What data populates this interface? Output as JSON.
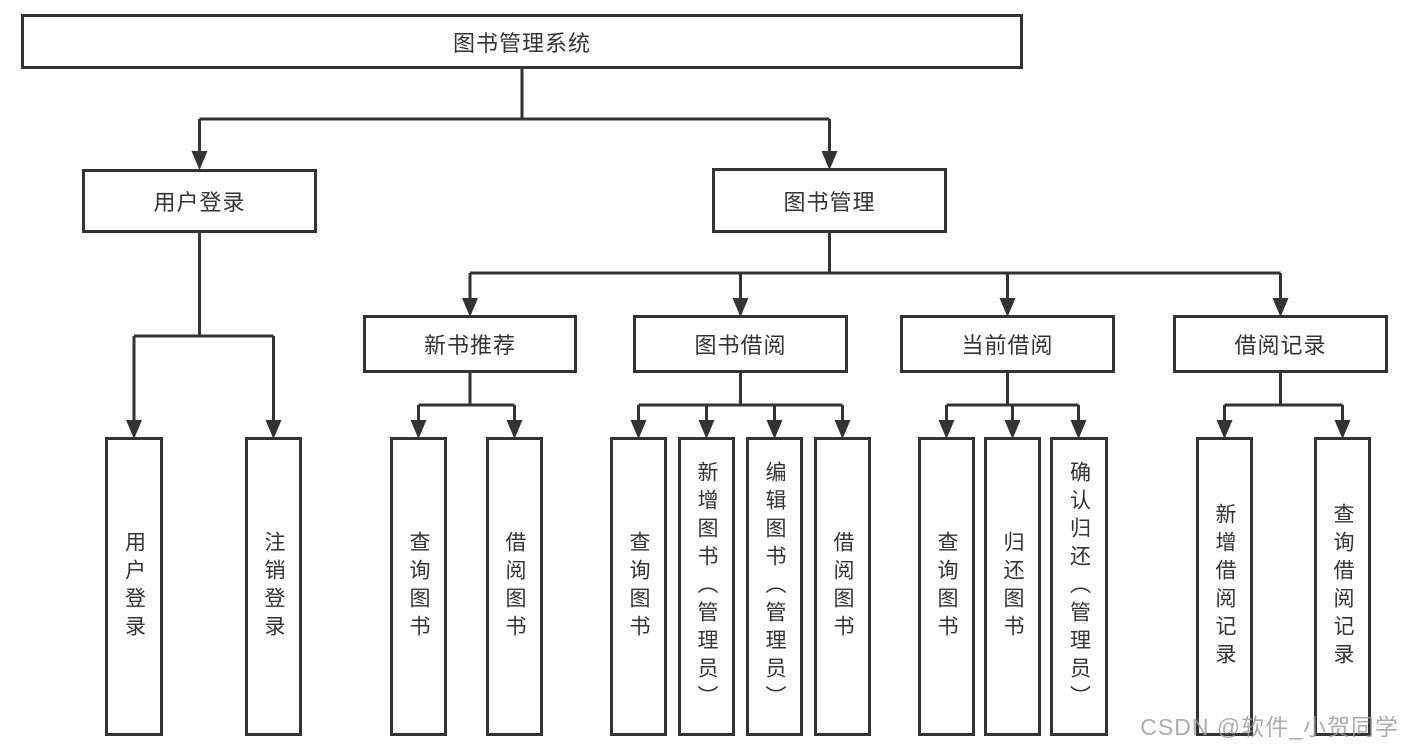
{
  "diagram": {
    "title": "图书管理系统",
    "root": {
      "label": "图书管理系统"
    },
    "level1": [
      {
        "label": "用户登录"
      },
      {
        "label": "图书管理"
      }
    ],
    "level2": [
      {
        "label": "新书推荐"
      },
      {
        "label": "图书借阅"
      },
      {
        "label": "当前借阅"
      },
      {
        "label": "借阅记录"
      }
    ],
    "leaves": {
      "user_login": [
        "用户登录",
        "注销登录"
      ],
      "new_books": [
        "查询图书",
        "借阅图书"
      ],
      "book_borrow": [
        "查询图书",
        "新增图书（管理员）",
        "编辑图书（管理员）",
        "借阅图书"
      ],
      "current_borrow": [
        "查询图书",
        "归还图书",
        "确认归还（管理员）"
      ],
      "borrow_records": [
        "新增借阅记录",
        "查询借阅记录"
      ]
    }
  },
  "watermark": "CSDN @软件_小贺同学",
  "colors": {
    "line": "#333333",
    "box_border": "#333333",
    "text": "#333333",
    "watermark": "#9e9e9e",
    "background": "#ffffff"
  }
}
